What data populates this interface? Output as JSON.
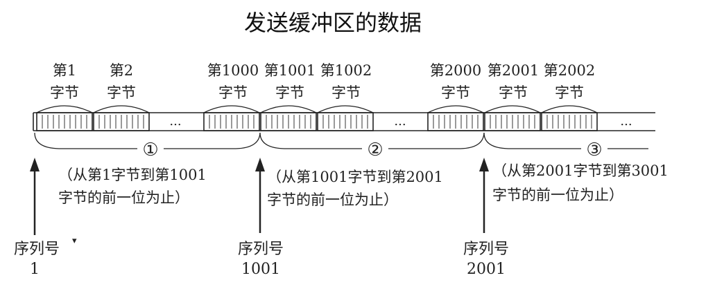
{
  "title": "发送缓冲区的数据",
  "byte_labels": [
    {
      "top": "第1",
      "bottom": "字节"
    },
    {
      "top": "第2",
      "bottom": "字节"
    },
    {
      "top": "第1000",
      "bottom": "字节"
    },
    {
      "top": "第1001",
      "bottom": "字节"
    },
    {
      "top": "第1002",
      "bottom": "字节"
    },
    {
      "top": "第2000",
      "bottom": "字节"
    },
    {
      "top": "第2001",
      "bottom": "字节"
    },
    {
      "top": "第2002",
      "bottom": "字节"
    }
  ],
  "ellipsis": "...",
  "segments": [
    {
      "marker": "①",
      "line1": "（从第1字节到第1001",
      "line2": "字节的前一位为止）"
    },
    {
      "marker": "②",
      "line1": "（从第1001字节到第2001",
      "line2": "字节的前一位为止）"
    },
    {
      "marker": "③",
      "line1": "（从第2001字节到第3001",
      "line2": "字节的前一位为止）"
    }
  ],
  "sequence_label": "序列号",
  "first_label_mark": "▾",
  "sequence_numbers": [
    "1",
    "1001",
    "2001"
  ]
}
